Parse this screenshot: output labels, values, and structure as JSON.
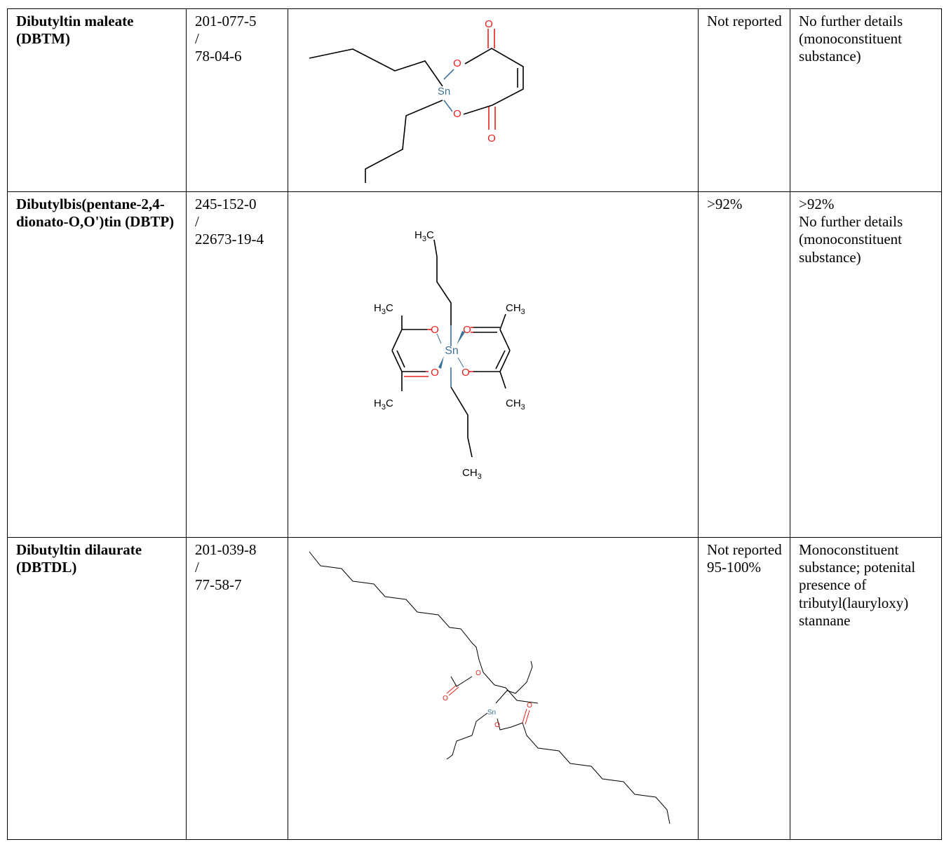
{
  "rows": [
    {
      "name": "Dibutyltin maleate (DBTM)",
      "ec": "201-077-5",
      "sep": "/",
      "cas": "78-04-6",
      "purity": "Not reported",
      "notes": "No further details (monoconstituent substance)",
      "atoms": {
        "o": "O",
        "sn": "Sn"
      }
    },
    {
      "name": "Dibutylbis(pentane-2,4-dionato-O,O')tin (DBTP)",
      "ec": "245-152-0",
      "sep": "/",
      "cas": "22673-19-4",
      "purity": ">92%",
      "notes_line1": ">92%",
      "notes": "No further details (monoconstituent substance)",
      "atoms": {
        "o": "O",
        "sn": "Sn",
        "h3c": "H3C",
        "ch3": "CH3"
      }
    },
    {
      "name": "Dibutyltin dilaurate (DBTDL)",
      "ec": "201-039-8",
      "sep": "/",
      "cas": "77-58-7",
      "purity_line1": "Not reported",
      "purity_line2": "95-100%",
      "notes": "Monoconstituent substance; potenital presence of tributyl(lauryloxy) stannane",
      "atoms": {
        "o": "O",
        "sn": "Sn"
      }
    }
  ]
}
